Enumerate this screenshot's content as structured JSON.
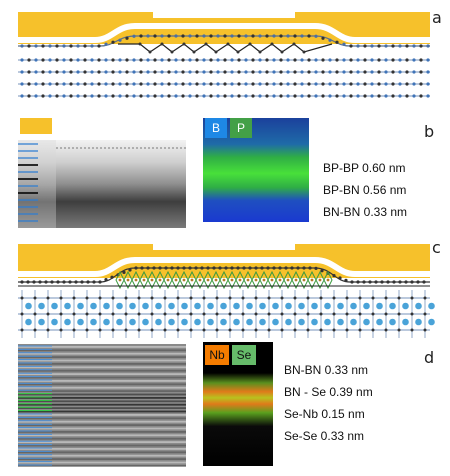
{
  "figure": {
    "panels": [
      {
        "letter": "a"
      },
      {
        "letter": "b",
        "legend": [
          {
            "label": "B",
            "color": "#1e88e5",
            "text_color": "#ffffff"
          },
          {
            "label": "P",
            "color": "#43a047",
            "text_color": "#ffffff"
          }
        ],
        "measurements": [
          "BP-BP 0.60 nm",
          "BP-BN 0.56 nm",
          "BN-BN 0.33 nm"
        ]
      },
      {
        "letter": "c"
      },
      {
        "letter": "d",
        "legend": [
          {
            "label": "Nb",
            "color": "#f57c00",
            "text_color": "#111111"
          },
          {
            "label": "Se",
            "color": "#66bb6a",
            "text_color": "#111111"
          }
        ],
        "measurements": [
          "BN-BN 0.33 nm",
          "BN - Se 0.39 nm",
          "Se-Nb 0.15 nm",
          "Se-Se 0.33 nm"
        ]
      }
    ],
    "colors": {
      "gold": "#f6c12b",
      "blue_atom": "#3f74b8",
      "dark_atom": "#333333",
      "green_atom": "#3d9a3f",
      "wire": "#4a6fa5"
    }
  }
}
